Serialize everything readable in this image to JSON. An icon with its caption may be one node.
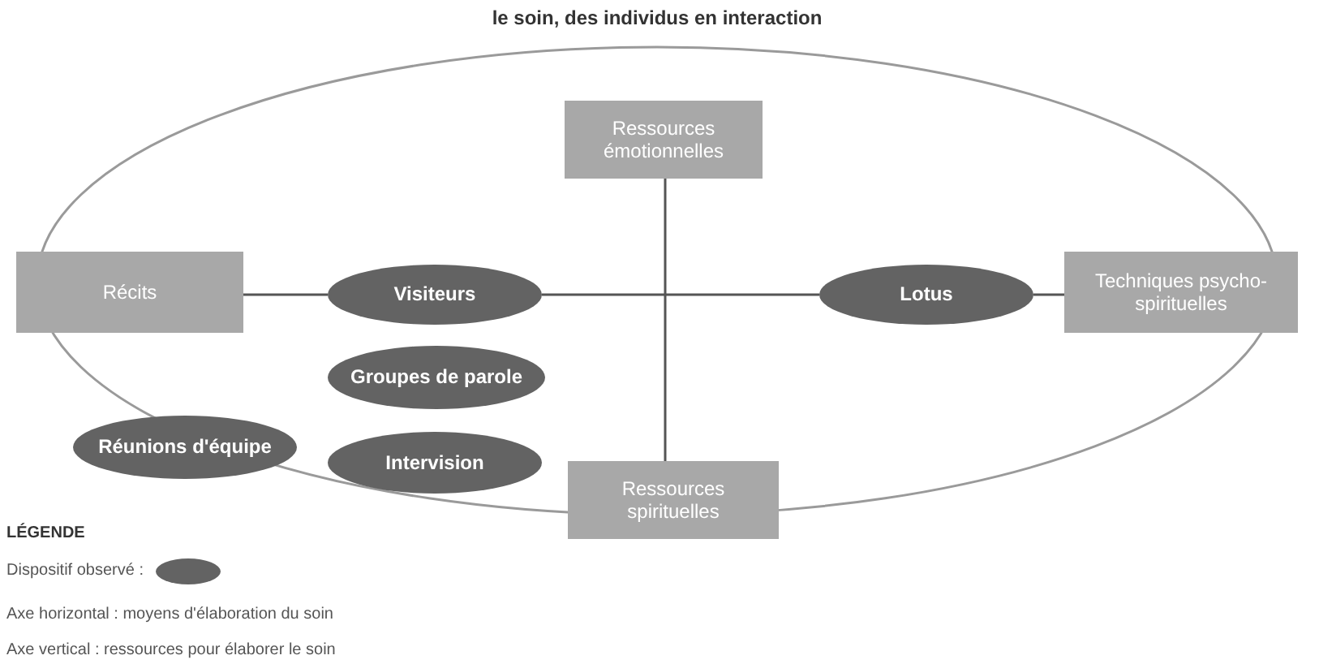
{
  "diagram": {
    "nodes": [
      {
        "text": [
          "le soin, des individus en interaction"
        ]
      },
      {
        "text": [
          "Ressources émotionnelles"
        ],
        "in": 0
      },
      {
        "text": [
          "Récits"
        ]
      },
      {
        "text": [
          "Visiteurs"
        ],
        "in": 0
      },
      {
        "text": [
          "Lotus"
        ],
        "in": 0
      },
      {
        "text": [
          "Techniques psycho-spirituelles"
        ]
      },
      {
        "text": [
          "Groupes de parole"
        ],
        "in": 0
      },
      {
        "text": [
          "Réunions d'équipe"
        ],
        "in": 0
      },
      {
        "text": [
          "Intervision"
        ],
        "in": 0
      },
      {
        "text": [
          "Ressources spirituelles"
        ]
      }
    ],
    "edges": [
      {
        "from": 2,
        "to": 3,
        "arrow": "none"
      },
      {
        "from": 3,
        "to": 4,
        "arrow": "none"
      },
      {
        "from": 4,
        "to": 5,
        "arrow": "none"
      },
      {
        "from": 1,
        "to": 9,
        "arrow": "none"
      }
    ],
    "labels": [
      "LÉGENDE",
      "Axe horizontal : moyens d'élaboration du soin",
      "Axe vertical : ressources pour élaborer le soin"
    ],
    "legend": [
      {
        "text": "Dispositif observé :"
      }
    ]
  }
}
